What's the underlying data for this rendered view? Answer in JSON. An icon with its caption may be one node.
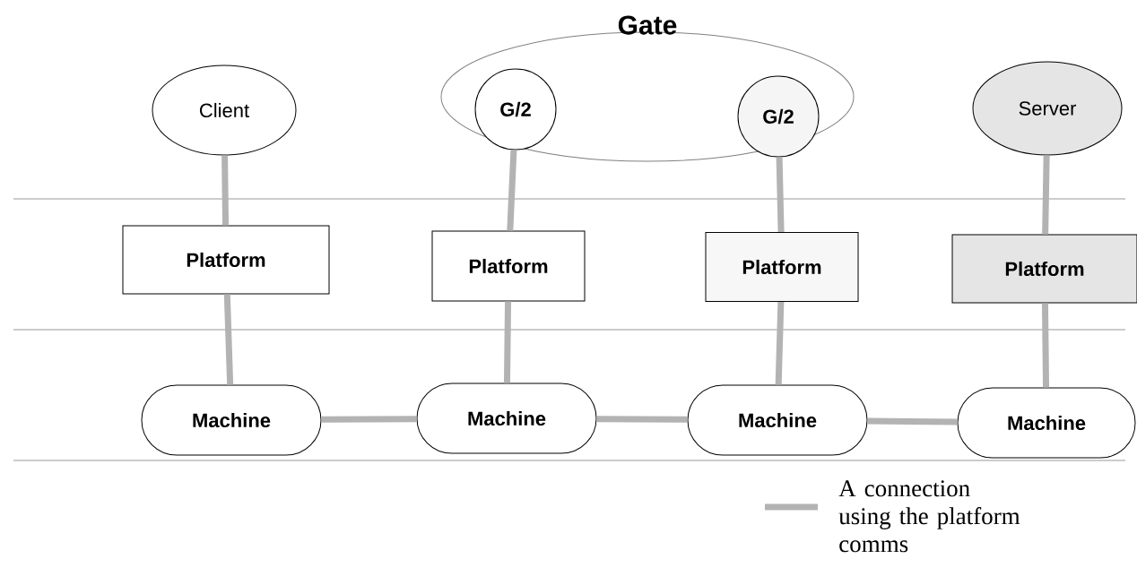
{
  "diagram": {
    "nodes": [
      {
        "text": [
          "Gate"
        ]
      },
      {
        "text": [
          "Client"
        ]
      },
      {
        "text": [
          "G/2"
        ],
        "in": 0
      },
      {
        "text": [
          "G/2"
        ],
        "in": 0
      },
      {
        "text": [
          "Server"
        ]
      },
      {
        "text": [
          "Platform"
        ]
      },
      {
        "text": [
          "Platform"
        ]
      },
      {
        "text": [
          "Platform"
        ]
      },
      {
        "text": [
          "Platform"
        ]
      },
      {
        "text": [
          "Machine"
        ]
      },
      {
        "text": [
          "Machine"
        ]
      },
      {
        "text": [
          "Machine"
        ]
      },
      {
        "text": [
          "Machine"
        ]
      }
    ],
    "edges": [
      {
        "from": 1,
        "to": 5,
        "arrow": "none"
      },
      {
        "from": 2,
        "to": 6,
        "arrow": "none"
      },
      {
        "from": 3,
        "to": 7,
        "arrow": "none"
      },
      {
        "from": 4,
        "to": 8,
        "arrow": "none"
      },
      {
        "from": 5,
        "to": 9,
        "arrow": "none"
      },
      {
        "from": 6,
        "to": 10,
        "arrow": "none"
      },
      {
        "from": 7,
        "to": 11,
        "arrow": "none"
      },
      {
        "from": 8,
        "to": 12,
        "arrow": "none"
      },
      {
        "from": 9,
        "to": 10,
        "arrow": "none"
      },
      {
        "from": 10,
        "to": 11,
        "arrow": "none"
      },
      {
        "from": 11,
        "to": 12,
        "arrow": "none"
      }
    ],
    "legend": [
      {
        "text": "A connection using the platform comms"
      }
    ]
  }
}
